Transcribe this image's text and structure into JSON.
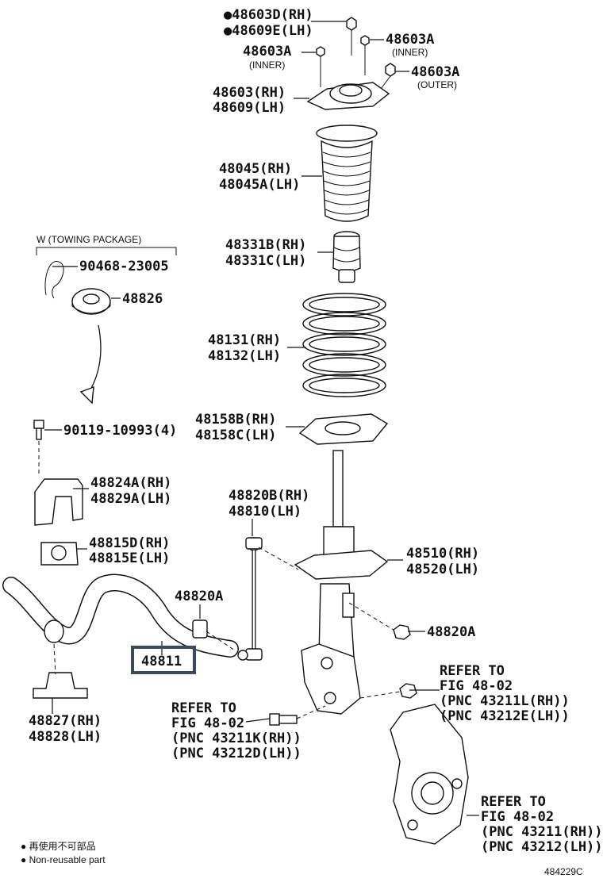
{
  "labels": {
    "p48603D": "●48603D(RH)",
    "p48609E": "●48609E(LH)",
    "p48603A_inner_right": "48603A",
    "inner_right_note": "(INNER)",
    "p48603A_inner_left": "48603A",
    "inner_left_note": "(INNER)",
    "p48603A_outer": "48603A",
    "outer_note": "(OUTER)",
    "p48603RH": "48603(RH)",
    "p48609LH": "48609(LH)",
    "p48045RH": "48045(RH)",
    "p48045ALH": "48045A(LH)",
    "p48331BRH": "48331B(RH)",
    "p48331CLH": "48331C(LH)",
    "p48131RH": "48131(RH)",
    "p48132LH": "48132(LH)",
    "p48158BRH": "48158B(RH)",
    "p48158CLH": "48158C(LH)",
    "towing_header": "W (TOWING PACKAGE)",
    "p90468": "90468-23005",
    "p48826": "48826",
    "p90119": "90119-10993(4)",
    "p48824A": "48824A(RH)",
    "p48829A": "48829A(LH)",
    "p48815D": "48815D(RH)",
    "p48815E": "48815E(LH)",
    "p48820BRH": "48820B(RH)",
    "p48810LH": "48810(LH)",
    "p48510RH": "48510(RH)",
    "p48520LH": "48520(LH)",
    "p48820A_left": "48820A",
    "p48820A_right": "48820A",
    "p48811": "48811",
    "p48827": "48827(RH)",
    "p48828": "48828(LH)",
    "refer1_l1": "REFER TO",
    "refer1_l2": "FIG 48-02",
    "refer1_l3": "(PNC 43211L(RH))",
    "refer1_l4": "(PNC 43212E(LH))",
    "refer2_l1": "REFER TO",
    "refer2_l2": "FIG 48-02",
    "refer2_l3": "(PNC 43211K(RH))",
    "refer2_l4": "(PNC 43212D(LH))",
    "refer3_l1": "REFER TO",
    "refer3_l2": "FIG 48-02",
    "refer3_l3": "(PNC 43211(RH))",
    "refer3_l4": "(PNC 43212(LH))",
    "legend_cn": "● 再使用不可部品",
    "legend_en": "● Non-reusable part",
    "figure_id": "484229C"
  },
  "colors": {
    "ink": "#111111",
    "highlight_box": "#3a4a5a",
    "background": "#ffffff"
  }
}
